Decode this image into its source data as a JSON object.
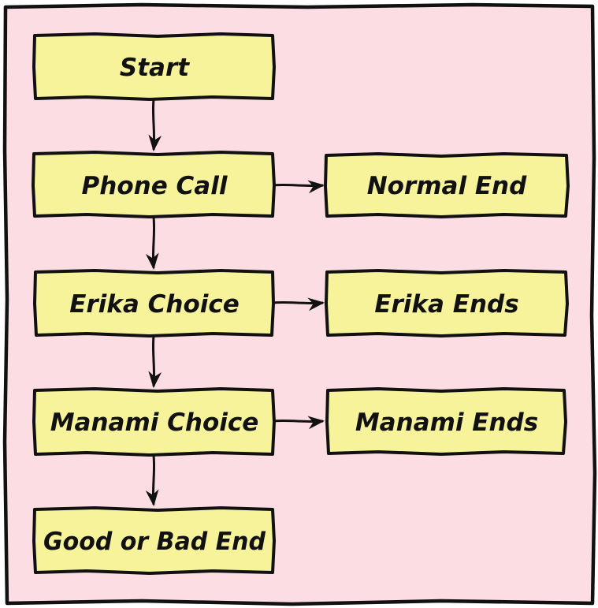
{
  "colors": {
    "background": "#fcdde3",
    "node_fill": "#f7f39b",
    "stroke": "#111111"
  },
  "nodes": {
    "start": "Start",
    "phone_call": "Phone Call",
    "normal_end": "Normal End",
    "erika_choice": "Erika Choice",
    "erika_ends": "Erika Ends",
    "manami_choice": "Manami Choice",
    "manami_ends": "Manami Ends",
    "good_or_bad_end": "Good or Bad End"
  }
}
